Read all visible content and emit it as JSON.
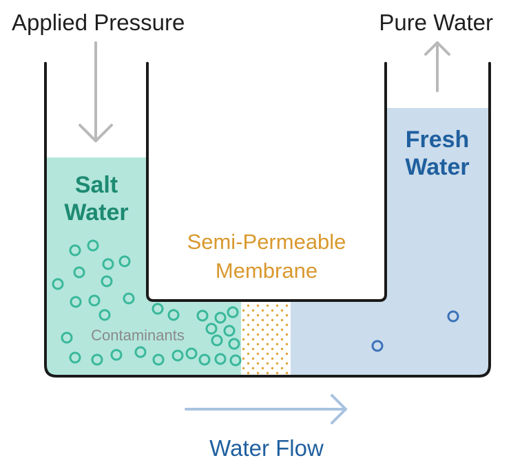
{
  "labels": {
    "applied_pressure": "Applied Pressure",
    "pure_water": "Pure Water",
    "salt_line1": "Salt",
    "salt_line2": "Water",
    "fresh_line1": "Fresh",
    "fresh_line2": "Water",
    "membrane_line1": "Semi-Permeable",
    "membrane_line2": "Membrane",
    "contaminants": "Contaminants",
    "water_flow": "Water Flow"
  },
  "colors": {
    "salt_water_fill": "#b4e6dc",
    "salt_text": "#1d8a72",
    "fresh_water_fill": "#cbdcec",
    "fresh_text": "#1f5f9e",
    "membrane_dots": "#e0a53c",
    "membrane_text": "#d9982e",
    "contaminant_ring": "#39b89a",
    "fresh_particle_ring": "#3a72b8",
    "tank_outline": "#1a1a1a",
    "arrow_gray": "#b9b9b9",
    "flow_arrow": "#a9c2e0",
    "contaminant_text": "#8a8a8a"
  },
  "icons": {
    "pressure_arrow": "arrow-down-icon",
    "pure_water_arrow": "arrow-up-icon",
    "flow_arrow": "arrow-right-icon"
  }
}
